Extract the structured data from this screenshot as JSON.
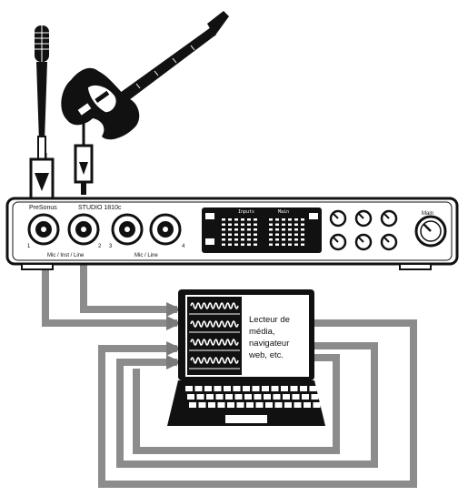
{
  "interface": {
    "brand": "PreSonus",
    "model": "STUDIO 1810c",
    "input_numbers": [
      "1",
      "2",
      "3",
      "4"
    ],
    "group_label_1": "Mic / Inst / Line",
    "group_label_2": "Mic / Line",
    "meter_left_label": "Inputs",
    "meter_right_label": "Main",
    "main_knob_label": "Main"
  },
  "computer": {
    "screen_text_lines": [
      "Lecteur de",
      "média,",
      "navigateur",
      "web, etc."
    ]
  },
  "icons": {
    "microphone": "microphone-icon",
    "guitar": "electric-guitar-icon",
    "laptop": "laptop-icon"
  },
  "colors": {
    "cable": "#8c8c8c",
    "arrow": "#7a7a7a",
    "ink": "#111111",
    "panel": "#ffffff"
  }
}
